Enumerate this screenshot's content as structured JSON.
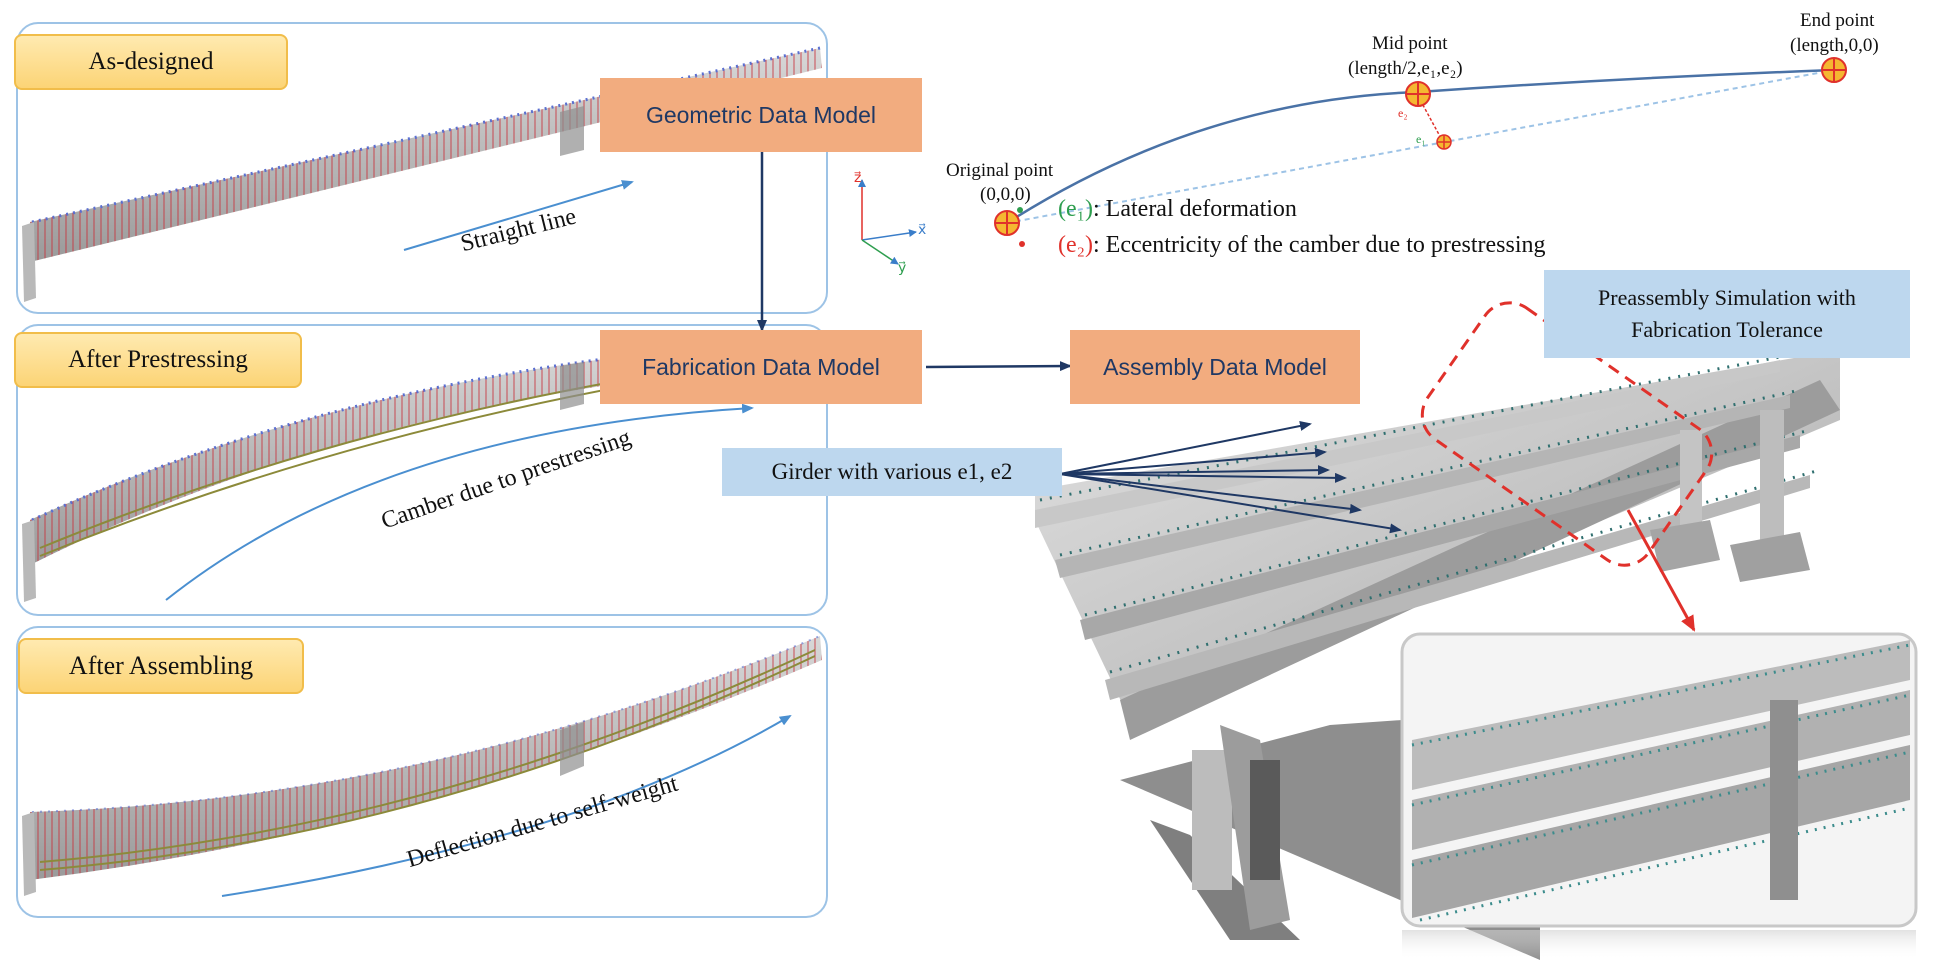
{
  "stages": [
    {
      "label": "As-designed",
      "curve_label": "Straight line"
    },
    {
      "label": "After Prestressing",
      "curve_label": "Camber due to prestressing"
    },
    {
      "label": "After Assembling",
      "curve_label": "Deflection due to self-weight"
    }
  ],
  "models": {
    "geometric": "Geometric Data Model",
    "fabrication": "Fabrication  Data Model",
    "assembly": "Assembly Data Model"
  },
  "girder_note": "Girder with various e1, e2",
  "preassembly_title": [
    "Preassembly Simulation  with",
    "Fabrication Tolerance"
  ],
  "axes": {
    "z": "z⃗",
    "x": "x⃗",
    "y": "y⃗"
  },
  "points": {
    "original": {
      "name": "Original point",
      "coord": "(0,0,0)"
    },
    "mid": {
      "name": "Mid point",
      "coord": "(length/2,e₁,e₂)"
    },
    "end": {
      "name": "End point",
      "coord": "(length,0,0)"
    },
    "e1": "e₁",
    "e2": "e₂"
  },
  "legend": [
    {
      "symbol": "(e₁)",
      "text": ": Lateral  deformation",
      "color": "#2e9e4f"
    },
    {
      "symbol": "(e₂)",
      "text": ": Eccentricity  of the camber due to prestressing",
      "color": "#e0312b"
    }
  ],
  "colors": {
    "panel_border": "#9dc3e6",
    "model_box": "#f2ac7f",
    "model_text": "#1f3864",
    "arrow": "#1f3864",
    "curve": "#4a72a6",
    "highlight": "#e0312b",
    "tag_fill": "#fcd476"
  }
}
